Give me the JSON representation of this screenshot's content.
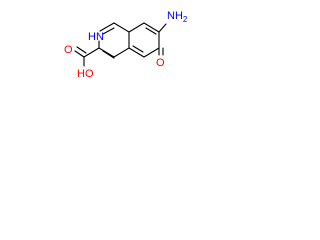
{
  "molecule": {
    "atoms": {
      "amino": "NH",
      "amino_subscript": "2",
      "ring_nh": "HN",
      "ketone_o": "O",
      "acid_o": "O",
      "acid_oh": "HO"
    }
  },
  "colors": {
    "bond": "#000000",
    "nitrogen": "#0000ff",
    "oxygen": "#ff0000"
  }
}
